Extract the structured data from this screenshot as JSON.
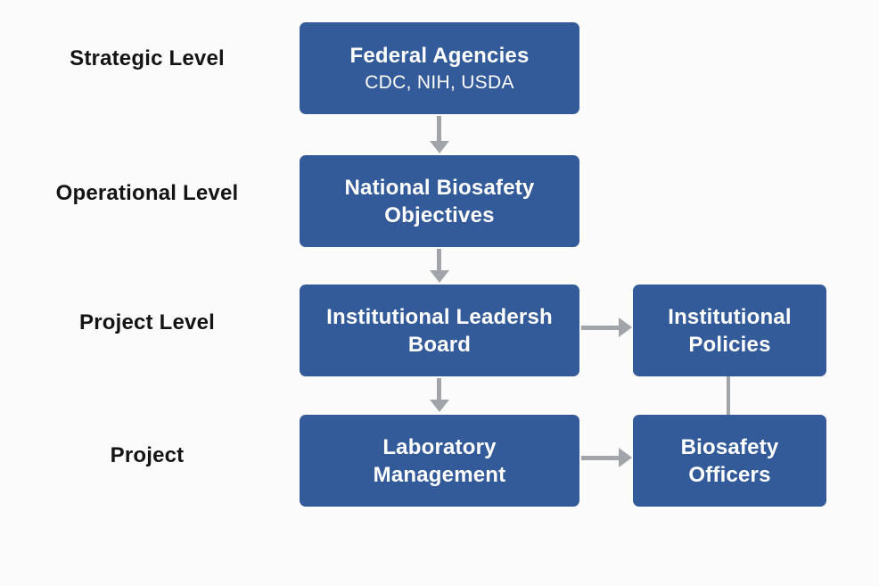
{
  "diagram": {
    "levels": [
      {
        "label": "Strategic Level"
      },
      {
        "label": "Operational Level"
      },
      {
        "label": "Project Level"
      },
      {
        "label": "Project"
      }
    ],
    "nodes": {
      "federal_agencies": {
        "lines": [
          "Federal Agencies"
        ],
        "subtitle": "CDC, NIH, USDA"
      },
      "national_biosafety": {
        "lines": [
          "National Biosafety",
          "Objectives"
        ]
      },
      "institutional_leadership": {
        "lines": [
          "Institutional Leadersh",
          "Board"
        ]
      },
      "laboratory_management": {
        "lines": [
          "Laboratory",
          "Management"
        ]
      },
      "institutional_policies": {
        "lines": [
          "Institutional",
          "Policies"
        ]
      },
      "biosafety_officers": {
        "lines": [
          "Biosafety",
          "Officers"
        ]
      }
    },
    "edges": [
      {
        "from": "federal_agencies",
        "to": "national_biosafety",
        "style": "arrow-down"
      },
      {
        "from": "national_biosafety",
        "to": "institutional_leadership",
        "style": "arrow-down"
      },
      {
        "from": "institutional_leadership",
        "to": "laboratory_management",
        "style": "arrow-down"
      },
      {
        "from": "institutional_leadership",
        "to": "institutional_policies",
        "style": "arrow-right"
      },
      {
        "from": "laboratory_management",
        "to": "biosafety_officers",
        "style": "arrow-right"
      },
      {
        "from": "institutional_policies",
        "to": "biosafety_officers",
        "style": "plain-line"
      }
    ],
    "colors": {
      "node_fill": "#345B99",
      "node_text": "#FFFFFF",
      "arrow": "#A1A5A9",
      "label_text": "#141414",
      "background": "#FBFBFB"
    }
  }
}
